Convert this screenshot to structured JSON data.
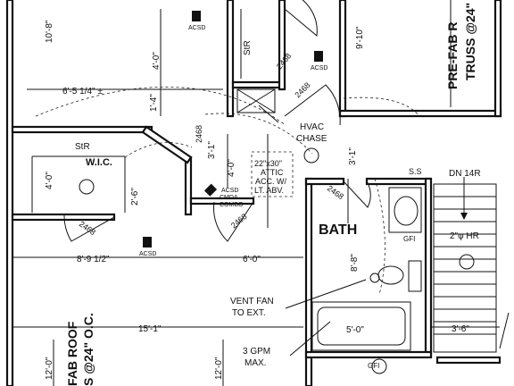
{
  "labels": {
    "dim_10_8": "10'-8\"",
    "dim_4_0_top": "4'-0\"",
    "acsd": "ACSD",
    "str": "StR",
    "door_2468": "2468",
    "dim_9_10": "9'-10\"",
    "truss_line1": "PRE-FAB R",
    "truss_line2": "TRUSS @24\"",
    "dim_6_5": "6'-5 1/4\" ±",
    "dim_1_4": "1'-4\"",
    "hvac": "HVAC",
    "chase": "CHASE",
    "dim_3_1": "3'-1\"",
    "dim_3_1b": "3'-1\"",
    "dim_4_0b": "4'-0\"",
    "attic_line1": "22\"x30\"",
    "attic_line2": "ATTIC",
    "attic_line3": "ACC. W/",
    "attic_line4": "LT. ABV.",
    "wic": "W.I.C.",
    "dim_4_0_left": "4'-0\"",
    "dim_2_6": "2'-6\"",
    "acsd_cmda": "ACSD",
    "cmda": "CMDA",
    "combo": "COMBO",
    "ss": "S.S",
    "dn14r": "DN 14R",
    "bath": "BATH",
    "gfi": "GFI",
    "hr": "2\"φ HR",
    "dim_8_9": "8'-9 1/2\"",
    "dim_6_0": "6'-0\"",
    "dim_8_8": "8'-8\"",
    "vent_line1": "VENT FAN",
    "vent_line2": "TO EXT.",
    "dim_15_1": "15'-1\"",
    "dim_5_0": "5'-0\"",
    "dim_3_6": "3'-6\"",
    "gpm_line1": "3 GPM",
    "gpm_line2": "MAX.",
    "dim_12_0_left": "12'-0\"",
    "dim_12_0_mid": "12'-0\"",
    "roof_line1": "FAB ROOF",
    "roof_line2": "S @24\" O.C."
  }
}
